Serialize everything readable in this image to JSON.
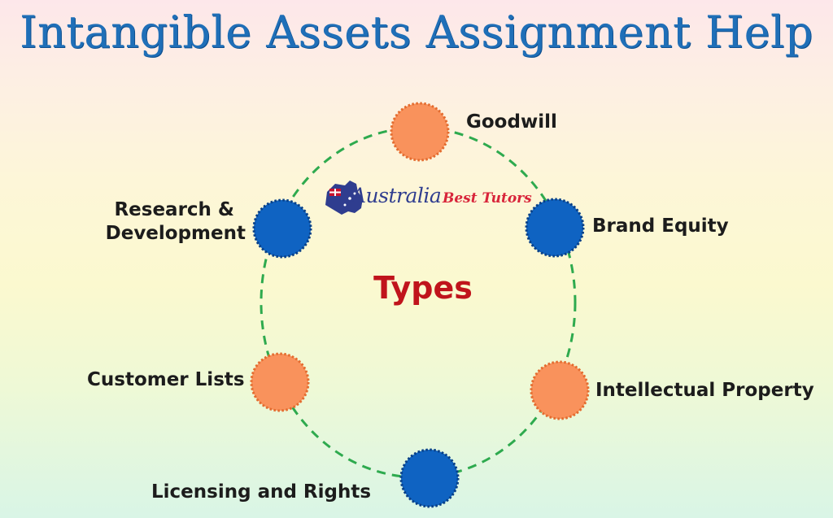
{
  "title": "Intangible Assets Assignment Help",
  "center_label": "Types",
  "logo": {
    "main": "Australia",
    "sub": "Best Tutors"
  },
  "nodes": [
    {
      "id": "goodwill",
      "label": "Goodwill",
      "color": "#f9925c"
    },
    {
      "id": "brand-equity",
      "label": "Brand Equity",
      "color": "#0f63c2"
    },
    {
      "id": "intellectual-property",
      "label": "Intellectual Property",
      "color": "#f9925c"
    },
    {
      "id": "licensing-and-rights",
      "label": "Licensing and Rights",
      "color": "#0f63c2"
    },
    {
      "id": "customer-lists",
      "label": "Customer Lists",
      "color": "#f9925c"
    },
    {
      "id": "research-development",
      "label_line1": "Research &",
      "label_line2": "Development",
      "color": "#0f63c2"
    }
  ],
  "colors": {
    "title": "#1f6fb8",
    "center_label": "#c0141c",
    "ring": "#2eaa4e",
    "node_orange": "#f9925c",
    "node_blue": "#0f63c2"
  }
}
